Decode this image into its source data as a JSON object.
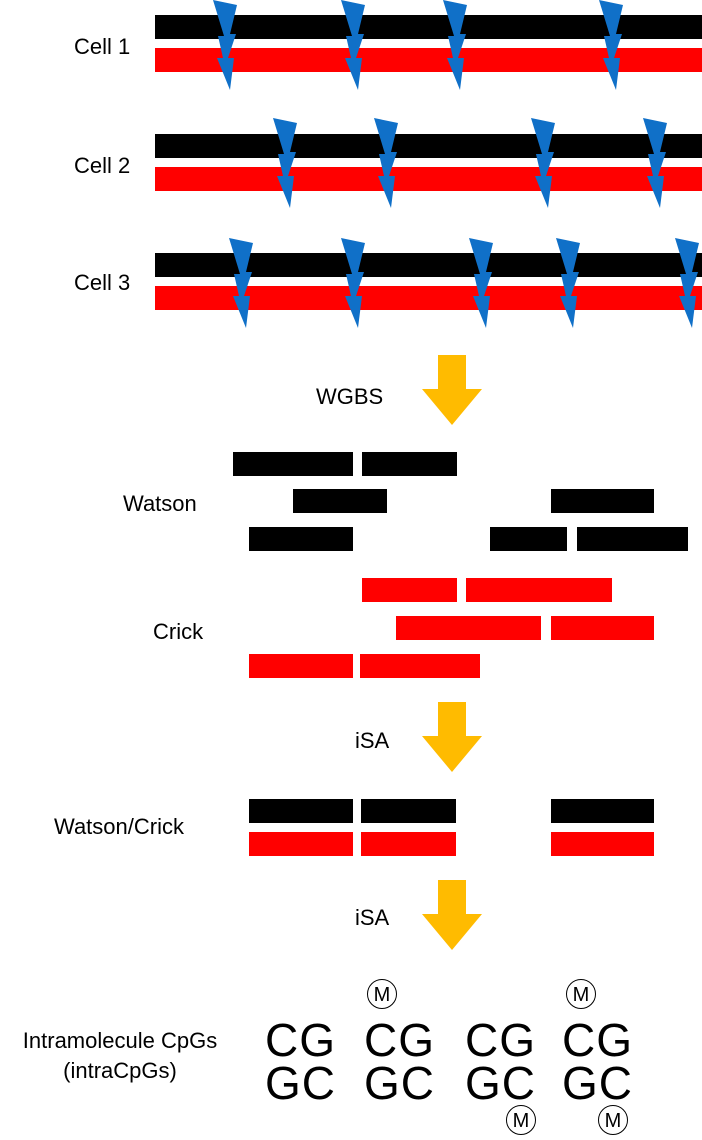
{
  "cells": [
    {
      "label": "Cell 1"
    },
    {
      "label": "Cell 2"
    },
    {
      "label": "Cell 3"
    }
  ],
  "steps": {
    "wgbs": "WGBS",
    "isa_1": "iSA",
    "isa_2": "iSA"
  },
  "strands": {
    "watson": "Watson",
    "crick": "Crick",
    "watson_crick": "Watson/Crick"
  },
  "intracpgs": {
    "line1": "Intramolecule CpGs",
    "line2": "(intraCpGs)",
    "top": [
      "CG",
      "CG",
      "CG",
      "CG"
    ],
    "bottom": [
      "GC",
      "GC",
      "GC",
      "GC"
    ],
    "methyl_mark": "M"
  },
  "colors": {
    "watson_strand": "#000000",
    "crick_strand": "#ff0000",
    "bolt": "#1070c8",
    "arrow": "#ffbb00"
  },
  "icons": {
    "bolt": "lightning-bolt-icon",
    "arrow": "down-arrow-icon"
  }
}
